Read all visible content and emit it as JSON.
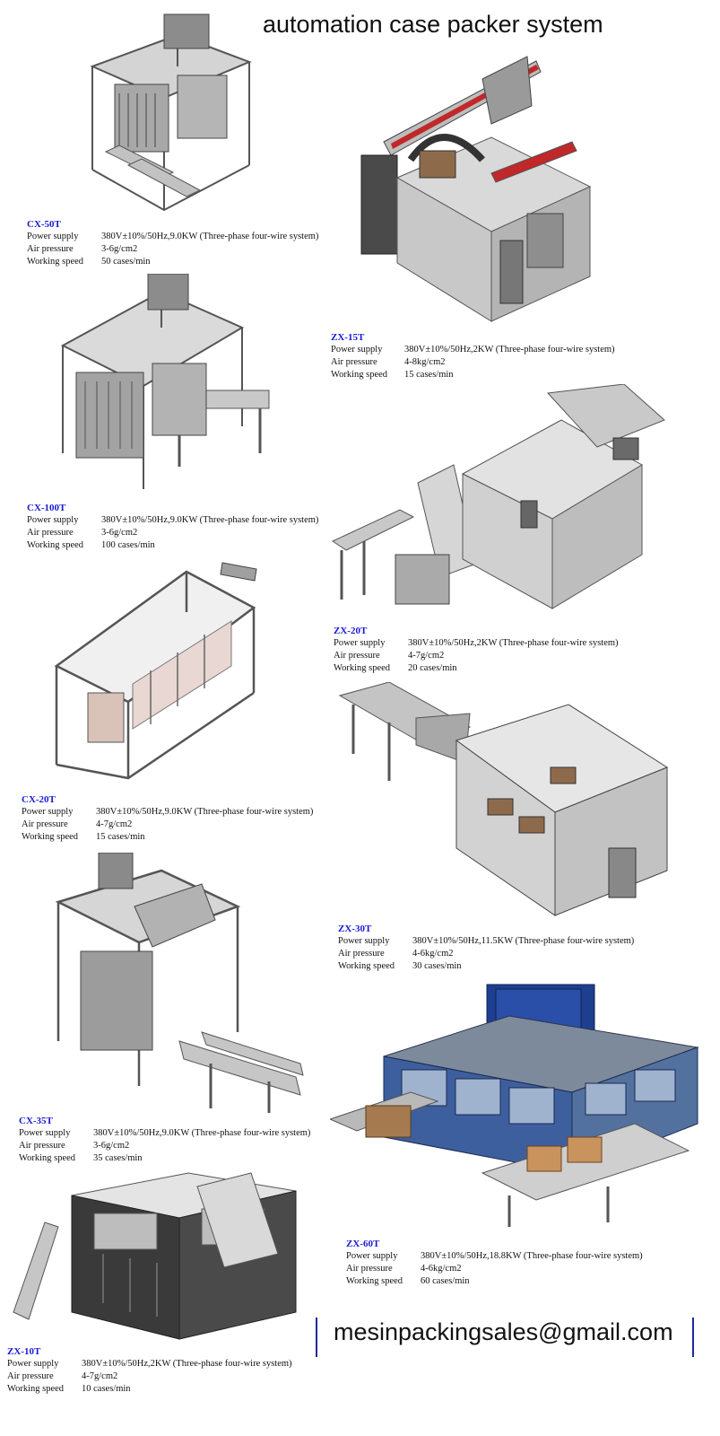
{
  "title": "automation case packer system",
  "contact_email": "mesinpackingsales@gmail.com",
  "spec_labels": {
    "power": "Power supply",
    "air": "Air pressure",
    "speed": "Working speed"
  },
  "colors": {
    "model_label": "#1a1ad6",
    "contact_bars": "#1a2a9a",
    "machine_gray": "#9a9a9a",
    "accent_red": "#c0282a",
    "zx60t_blue": "#1e3f8f"
  },
  "machines": [
    {
      "model": "CX-50T",
      "power": "380V±10%/50Hz,9.0KW (Three-phase four-wire system)",
      "air": "3-6g/cm2",
      "speed": "50 cases/min"
    },
    {
      "model": "ZX-15T",
      "power": "380V±10%/50Hz,2KW (Three-phase  four-wire system)",
      "air": "4-8kg/cm2",
      "speed": "15 cases/min"
    },
    {
      "model": "CX-100T",
      "power": "380V±10%/50Hz,9.0KW (Three-phase  four-wire system)",
      "air": "3-6g/cm2",
      "speed": "100 cases/min"
    },
    {
      "model": "ZX-20T",
      "power": "380V±10%/50Hz,2KW (Three-phase  four-wire system)",
      "air": "4-7g/cm2",
      "speed": "20 cases/min"
    },
    {
      "model": "CX-20T",
      "power": "380V±10%/50Hz,9.0KW (Three-phase  four-wire system)",
      "air": "4-7g/cm2",
      "speed": "15 cases/min"
    },
    {
      "model": "ZX-30T",
      "power": "380V±10%/50Hz,11.5KW (Three-phase  four-wire system)",
      "air": "4-6kg/cm2",
      "speed": "30 cases/min"
    },
    {
      "model": "CX-35T",
      "power": "380V±10%/50Hz,9.0KW (Three-phase  four-wire system)",
      "air": "3-6g/cm2",
      "speed": "35 cases/min"
    },
    {
      "model": "ZX-60T",
      "power": "380V±10%/50Hz,18.8KW (Three-phase  four-wire system)",
      "air": "4-6kg/cm2",
      "speed": "60 cases/min"
    },
    {
      "model": "ZX-10T",
      "power": "380V±10%/50Hz,2KW (Three-phase  four-wire system)",
      "air": "4-7g/cm2",
      "speed": "10 cases/min"
    }
  ]
}
